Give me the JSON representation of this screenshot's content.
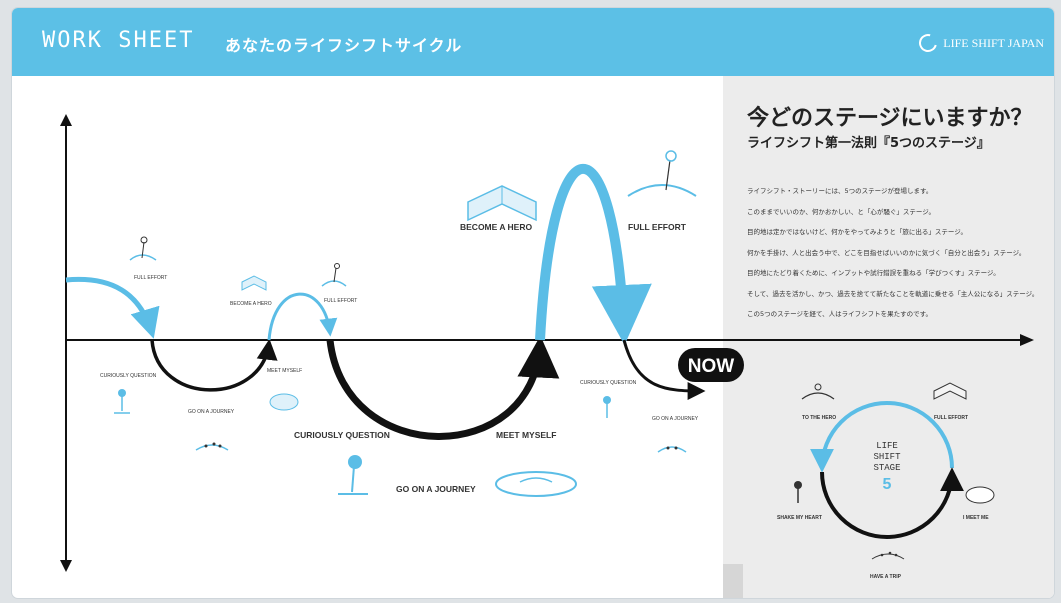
{
  "header": {
    "title": "WORK SHEET",
    "subtitle": "あなたのライフシフトサイクル",
    "logo_text": "LIFE SHIFT JAPAN"
  },
  "colors": {
    "accent": "#5cc0e6",
    "curve_blue": "#5bbde6",
    "curve_dark": "#111111",
    "panel_bg": "#ececec"
  },
  "timeline": {
    "now_label": "NOW",
    "labels": {
      "full_effort_small_1": "FULL EFFORT",
      "curiously_question_small_1": "CURIOUSLY QUESTION",
      "go_on_journey_small_1": "GO ON A JOURNEY",
      "become_hero_small": "BECOME A HERO",
      "full_effort_small_2": "FULL EFFORT",
      "meet_myself_small": "MEET MYSELF",
      "curiously_question": "CURIOUSLY QUESTION",
      "go_on_journey": "GO ON A JOURNEY",
      "meet_myself": "MEET MYSELF",
      "become_hero": "BECOME A HERO",
      "full_effort": "FULL EFFORT",
      "curiously_question_small_2": "CURIOUSLY QUESTION",
      "go_on_journey_small_2": "GO ON A JOURNEY"
    }
  },
  "panel": {
    "title": "今どのステージにいますか？",
    "subtitle": "ライフシフト第一法則『5つのステージ』",
    "lines": [
      "ライフシフト・ストーリーには、5つのステージが登場します。",
      "このままでいいのか、何かおかしい、と「心が騒ぐ」ステージ。",
      "目的地は定かではないけど、何かをやってみようと「旅に出る」ステージ。",
      "何かを手掛け、人と出会う中で、どこを目指せばいいのかに気づく「自分と出会う」ステージ。",
      "目的地にたどり着くために、インプットや試行錯誤を重ねる「学びつくす」ステージ。",
      "そして、過去を活かし、かつ、過去を捨てて新たなことを軌道に乗せる「主人公になる」ステージ。",
      "この5つのステージを経て、人はライフシフトを果たすのです。"
    ]
  },
  "cycle": {
    "center_line1": "LIFE",
    "center_line2": "SHIFT",
    "center_line3": "STAGE",
    "center_number": "5",
    "labels": {
      "to_the_hero": "TO THE HERO",
      "full_effort": "FULL EFFORT",
      "i_meet_me": "I MEET ME",
      "have_a_trip": "HAVE A TRIP",
      "shake_my_heart": "SHAKE MY HEART"
    }
  }
}
